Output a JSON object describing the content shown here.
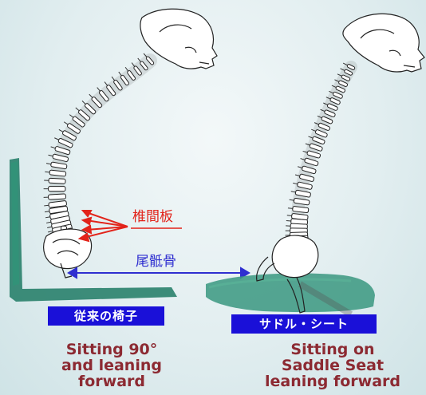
{
  "left_figure": {
    "chair_label": "従来の椅子",
    "caption": "Sitting 90°\nand leaning\nforward"
  },
  "right_figure": {
    "chair_label": "サドル・シート",
    "caption": "Sitting on\nSaddle Seat\nleaning forward"
  },
  "annotations": {
    "disc_label": "椎間板",
    "coccyx_label": "尾骶骨"
  },
  "colors": {
    "chair_green": "#1f7a64",
    "saddle_green": "#3f9a83",
    "label_blue": "#1a10d8",
    "annotation_red": "#e2231a",
    "annotation_blue": "#2f2fd0",
    "caption_maroon": "#8c2a32"
  }
}
